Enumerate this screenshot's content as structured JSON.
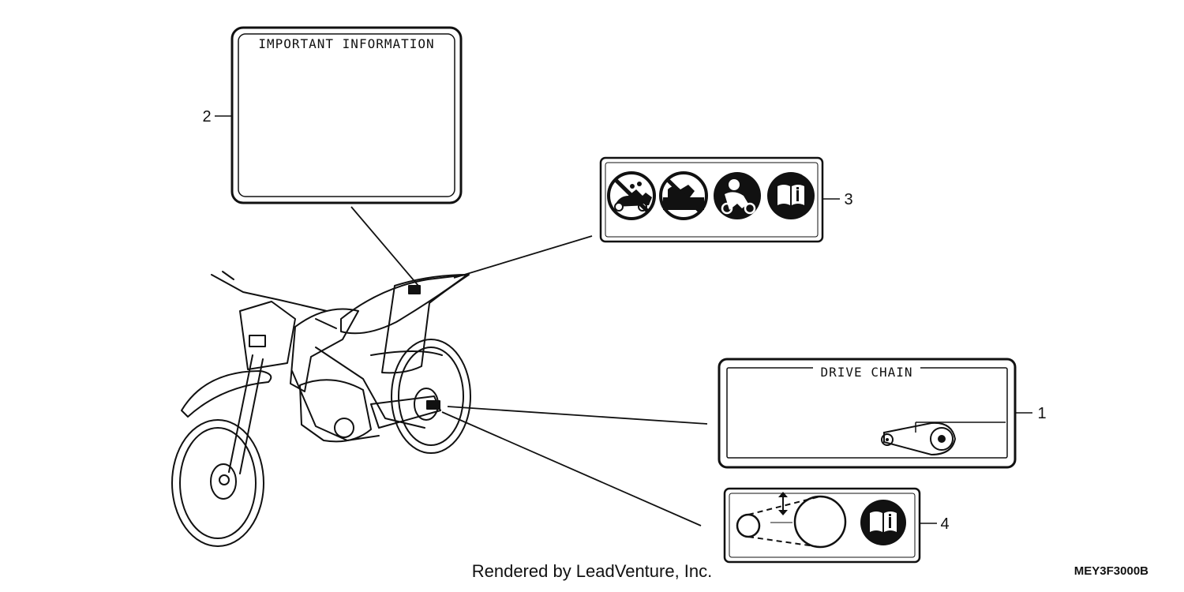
{
  "labels": {
    "important_info": {
      "callout": "2",
      "title": "IMPORTANT INFORMATION"
    },
    "warning_symbols": {
      "callout": "3",
      "icons": [
        "no-passenger-icon",
        "no-road-riding-icon",
        "helmet-rider-icon",
        "owners-manual-icon"
      ]
    },
    "drive_chain": {
      "callout": "1",
      "title": "DRIVE CHAIN"
    },
    "chain_slack": {
      "callout": "4",
      "icons": [
        "chain-slack-diagram-icon",
        "owners-manual-icon"
      ]
    }
  },
  "footer": {
    "rendered_by": "Rendered by LeadVenture, Inc.",
    "diagram_code": "MEY3F3000B"
  }
}
